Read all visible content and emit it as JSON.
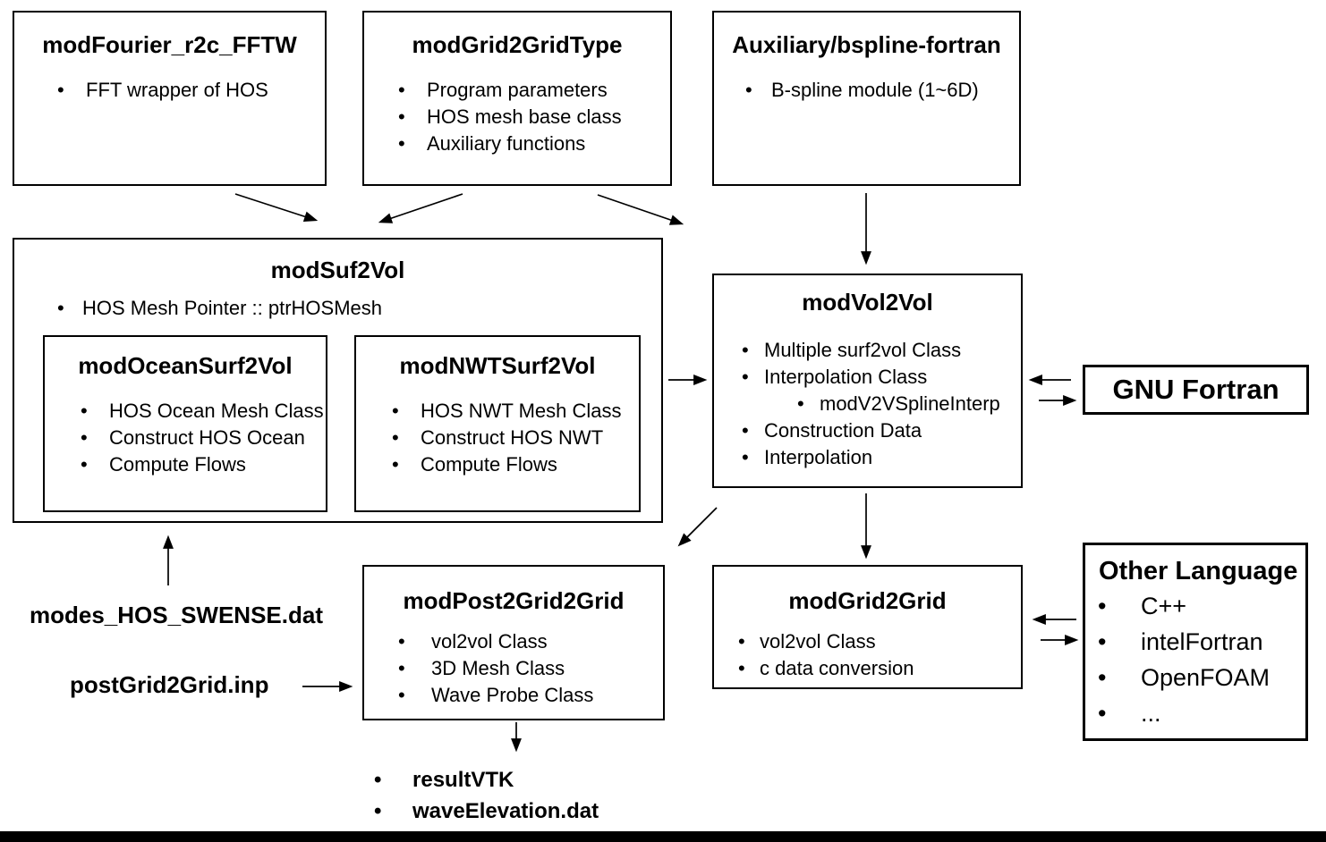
{
  "boxes": {
    "fourier": {
      "title": "modFourier_r2c_FFTW",
      "items": [
        "FFT wrapper of HOS"
      ]
    },
    "gridType": {
      "title": "modGrid2GridType",
      "items": [
        "Program parameters",
        "HOS mesh base class",
        "Auxiliary functions"
      ]
    },
    "bspline": {
      "title": "Auxiliary/bspline-fortran",
      "items": [
        "B-spline module (1~6D)"
      ]
    },
    "suf2vol": {
      "title": "modSuf2Vol",
      "items": [
        "HOS Mesh Pointer :: ptrHOSMesh"
      ]
    },
    "oceanSurf2vol": {
      "title": "modOceanSurf2Vol",
      "items": [
        "HOS Ocean Mesh Class",
        "Construct HOS Ocean",
        "Compute Flows"
      ]
    },
    "nwtSurf2vol": {
      "title": "modNWTSurf2Vol",
      "items": [
        "HOS NWT Mesh Class",
        "Construct HOS NWT",
        "Compute Flows"
      ]
    },
    "vol2vol": {
      "title": "modVol2Vol",
      "items": [
        "Multiple surf2vol Class",
        "Interpolation Class",
        "modV2VSplineInterp",
        "Construction Data",
        "Interpolation"
      ]
    },
    "gnuFortran": {
      "title": "GNU Fortran"
    },
    "post2grid2grid": {
      "title": "modPost2Grid2Grid",
      "items": [
        "vol2vol Class",
        "3D Mesh Class",
        "Wave Probe Class"
      ]
    },
    "grid2grid": {
      "title": "modGrid2Grid",
      "items": [
        "vol2vol Class",
        "c data conversion"
      ]
    },
    "otherLanguage": {
      "title": "Other Language",
      "items": [
        "C++",
        "intelFortran",
        "OpenFOAM",
        "..."
      ]
    }
  },
  "labels": {
    "modes_file": "modes_HOS_SWENSE.dat",
    "input_file": "postGrid2Grid.inp",
    "outputs": [
      "resultVTK",
      "waveElevation.dat"
    ]
  },
  "colors": {
    "line": "#000000",
    "background": "#ffffff",
    "bottom_bar": "#000000"
  }
}
